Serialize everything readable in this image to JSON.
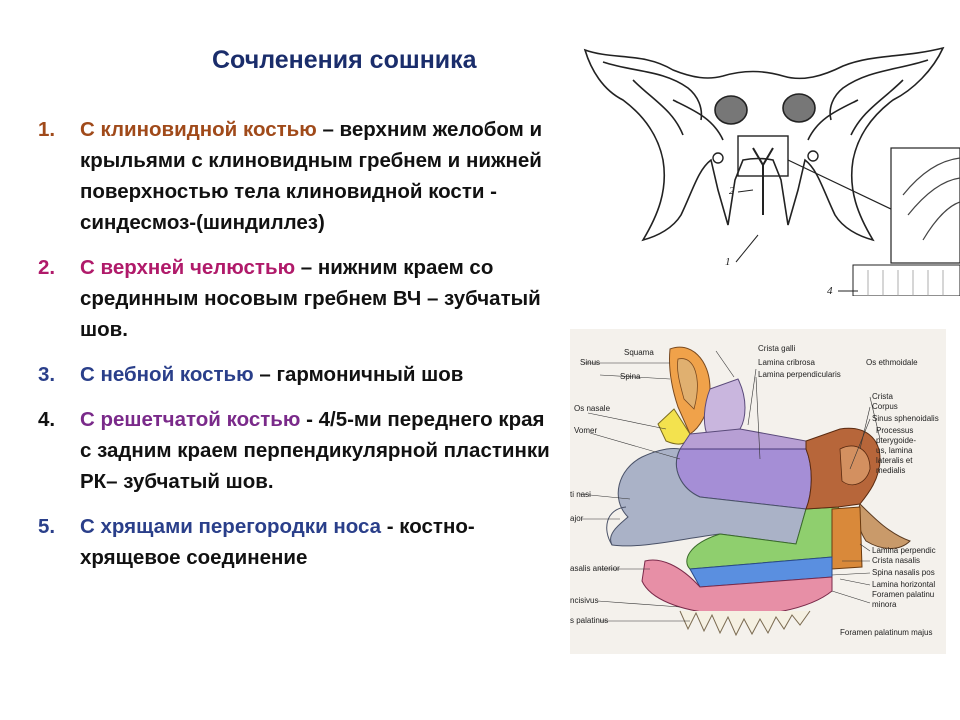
{
  "title": "Сочленения сошника",
  "items": [
    {
      "num": "1.",
      "head": "С клиновидной костью",
      "rest": " – верхним желобом и крыльями с клиновидным гребнем и нижней поверхностью тела клиновидной кости  - синдесмоз-(шиндиллез)"
    },
    {
      "num": "2.",
      "head": "С верхней челюстью",
      "rest": " –  нижним краем со срединным носовым гребнем ВЧ – зубчатый шов."
    },
    {
      "num": "3.",
      "head": "С небной костью",
      "rest": " – гармоничный шов"
    },
    {
      "num": "4.",
      "head": " С решетчатой костью",
      "rest": " - 4/5-ми переднего края с задним краем перпендикулярной пластинки РК– зубчатый шов."
    },
    {
      "num": "5.",
      "head": "С хрящами перегородки носа",
      "rest": " - костно-хрящевое соединение"
    }
  ],
  "figure_top": {
    "labels": [
      "2",
      "1",
      "4"
    ]
  },
  "figure_bottom": {
    "labels_left": [
      "Sinus",
      "Squama",
      "Spina",
      "Os nasale",
      "Vomer",
      "ti nasi",
      "ajor",
      "asalis anterior",
      "ncisivus",
      "s palatinus"
    ],
    "labels_top": [
      "Crista galli",
      "Lamina cribrosa",
      "Lamina perpendicularis",
      "Os ethmoidale"
    ],
    "labels_right": [
      "Crista",
      "Corpus",
      "Sinus sphenoidalis",
      "Processus",
      "pterygoide-",
      "us, lamina",
      "lateralis et",
      "medialis",
      "Lamina perpendic",
      "Crista nasalis",
      "Spina nasalis pos",
      "Lamina horizontal",
      "Foramen palatinu",
      "minora",
      "Foramen palatinum majus"
    ]
  }
}
